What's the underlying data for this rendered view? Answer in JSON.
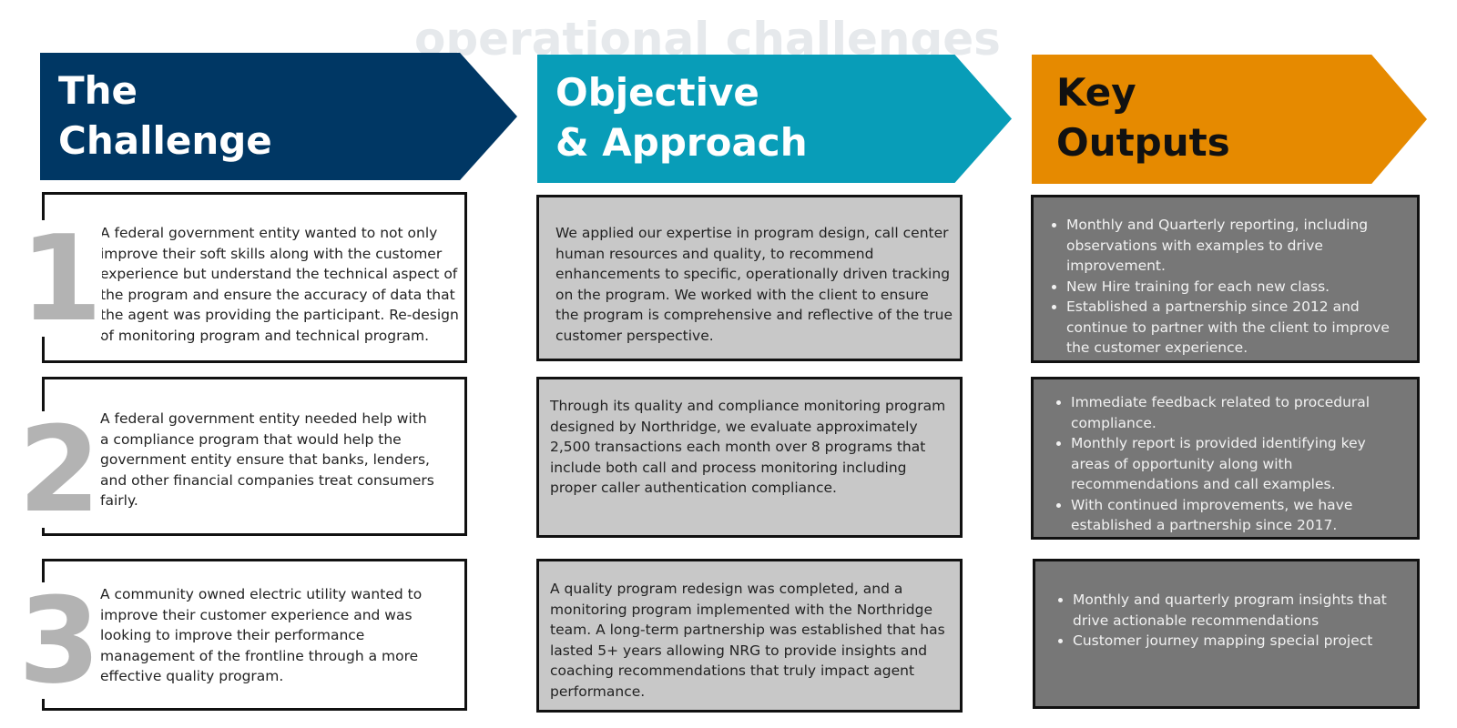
{
  "watermark": "operational challenges",
  "colors": {
    "challenge": "#003764",
    "objective": "#089db8",
    "outputs": "#e68a00"
  },
  "columns": [
    {
      "title": "The\nChallenge",
      "items": [
        "A federal government entity wanted to not only improve their soft skills along with the customer experience but understand the technical aspect of the program and ensure the accuracy of data that the agent was providing the participant. Re-design of monitoring program and technical program.",
        "A federal government entity needed help with a compliance program that would help the government entity ensure that banks, lenders, and other financial companies treat consumers fairly.",
        "A community owned electric utility wanted to improve their customer experience and was looking to improve their performance management of the frontline through a more effective quality program."
      ]
    },
    {
      "title": "Objective\n& Approach",
      "items": [
        "We applied our expertise in program design, call center human resources and quality, to recommend enhancements to specific, operationally driven tracking on the program. We worked with the client to ensure the program is comprehensive and reflective of the true customer perspective.",
        "Through its quality and compliance monitoring program designed by Northridge, we evaluate approximately 2,500 transactions each month over 8 programs that include both call and process monitoring including proper caller authentication compliance.",
        "A quality program redesign was completed, and a monitoring program implemented with the Northridge team. A long-term partnership was established that has lasted 5+ years allowing NRG to provide insights and coaching recommendations that truly impact agent performance."
      ]
    },
    {
      "title": "Key\nOutputs",
      "items": [
        [
          "Monthly and Quarterly reporting, including observations with examples to drive improvement.",
          "New Hire training for each new class.",
          "Established a partnership since 2012 and continue to partner with the client to improve the customer experience."
        ],
        [
          "Immediate feedback related to procedural compliance.",
          "Monthly report is provided identifying key areas of opportunity along with recommendations and call examples.",
          "With continued improvements, we have established a partnership since 2017."
        ],
        [
          "Monthly and quarterly program insights that drive actionable recommendations",
          "Customer journey mapping special project"
        ]
      ]
    }
  ],
  "numbers": [
    "1",
    "2",
    "3"
  ]
}
